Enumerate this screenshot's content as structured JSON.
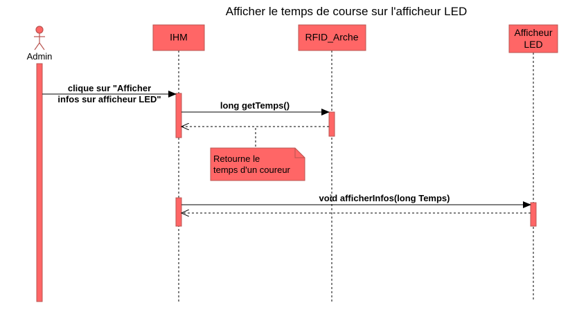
{
  "title": "Afficher le temps de course sur l'afficheur LED",
  "actor": {
    "name": "Admin"
  },
  "participants": [
    {
      "id": "ihm",
      "label": "IHM"
    },
    {
      "id": "rfid",
      "label": "RFID_Arche"
    },
    {
      "id": "afficheur",
      "label_line1": "Afficheur",
      "label_line2": "LED"
    }
  ],
  "messages": [
    {
      "id": "m1",
      "line1": "clique sur \"Afficher",
      "line2": "infos sur afficheur LED\""
    },
    {
      "id": "m2",
      "label": "long getTemps()"
    },
    {
      "id": "m3",
      "label": "void afficherInfos(long Temps)"
    }
  ],
  "note": {
    "line1": "Retourne le",
    "line2": "temps d'un coureur"
  },
  "colors": {
    "fill": "#ff6666",
    "stroke": "#b85450",
    "line": "#000000"
  }
}
